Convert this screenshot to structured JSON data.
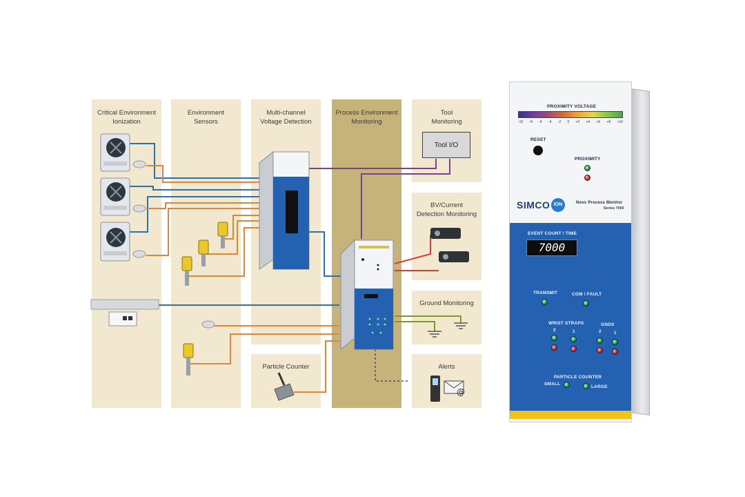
{
  "columns": {
    "critical": {
      "title": "Critical Environment\nIonization"
    },
    "sensors": {
      "title": "Environment\nSensors"
    },
    "multichannel": {
      "title": "Multi-channel\nVoltage Detection"
    },
    "process": {
      "title": "Process Environment\nMonitoring"
    },
    "tool": {
      "title": "Tool\nMonitoring",
      "box_label": "Tool I/O"
    },
    "bv": {
      "title": "BV/Current\nDetection Monitoring"
    },
    "ground": {
      "title": "Ground Monitoring"
    },
    "alerts": {
      "title": "Alerts"
    },
    "particle": {
      "title": "Particle Counter"
    }
  },
  "device": {
    "proximity_voltage_label": "PROXIMITY VOLTAGE",
    "scale": [
      "-10",
      "-8",
      "-6",
      "-4",
      "-2",
      "0",
      "+2",
      "+4",
      "+6",
      "+8",
      "+10"
    ],
    "reset_label": "RESET",
    "proximity_label": "PROXIMITY",
    "brand": "SIMCO",
    "brand_ion": "ION",
    "product_name": "Novx Process Monitor",
    "product_series": "Series 7000",
    "event_label": "EVENT COUNT / TIME",
    "display_value": "7000",
    "transmit_label": "TRANSMIT",
    "com_fault_label": "COM / FAULT",
    "wrist_straps_label": "WRIST STRAPS",
    "gnds_label": "GNDS",
    "wrist_num_2": "2",
    "wrist_num_1": "1",
    "gnd_num_2": "2",
    "gnd_num_1": "1",
    "particle_counter_label": "PARTICLE COUNTER",
    "small_label": "SMALL",
    "large_label": "LARGE"
  },
  "colors": {
    "column_bg": "#f2e8cf",
    "process_bg": "#c6b37a",
    "wire_blue": "#2d6fb0",
    "wire_orange": "#e0843a",
    "wire_purple": "#7b3f8c",
    "wire_red": "#d83a3a",
    "wire_green": "#7a9a2a",
    "device_blue": "#2461b0"
  }
}
